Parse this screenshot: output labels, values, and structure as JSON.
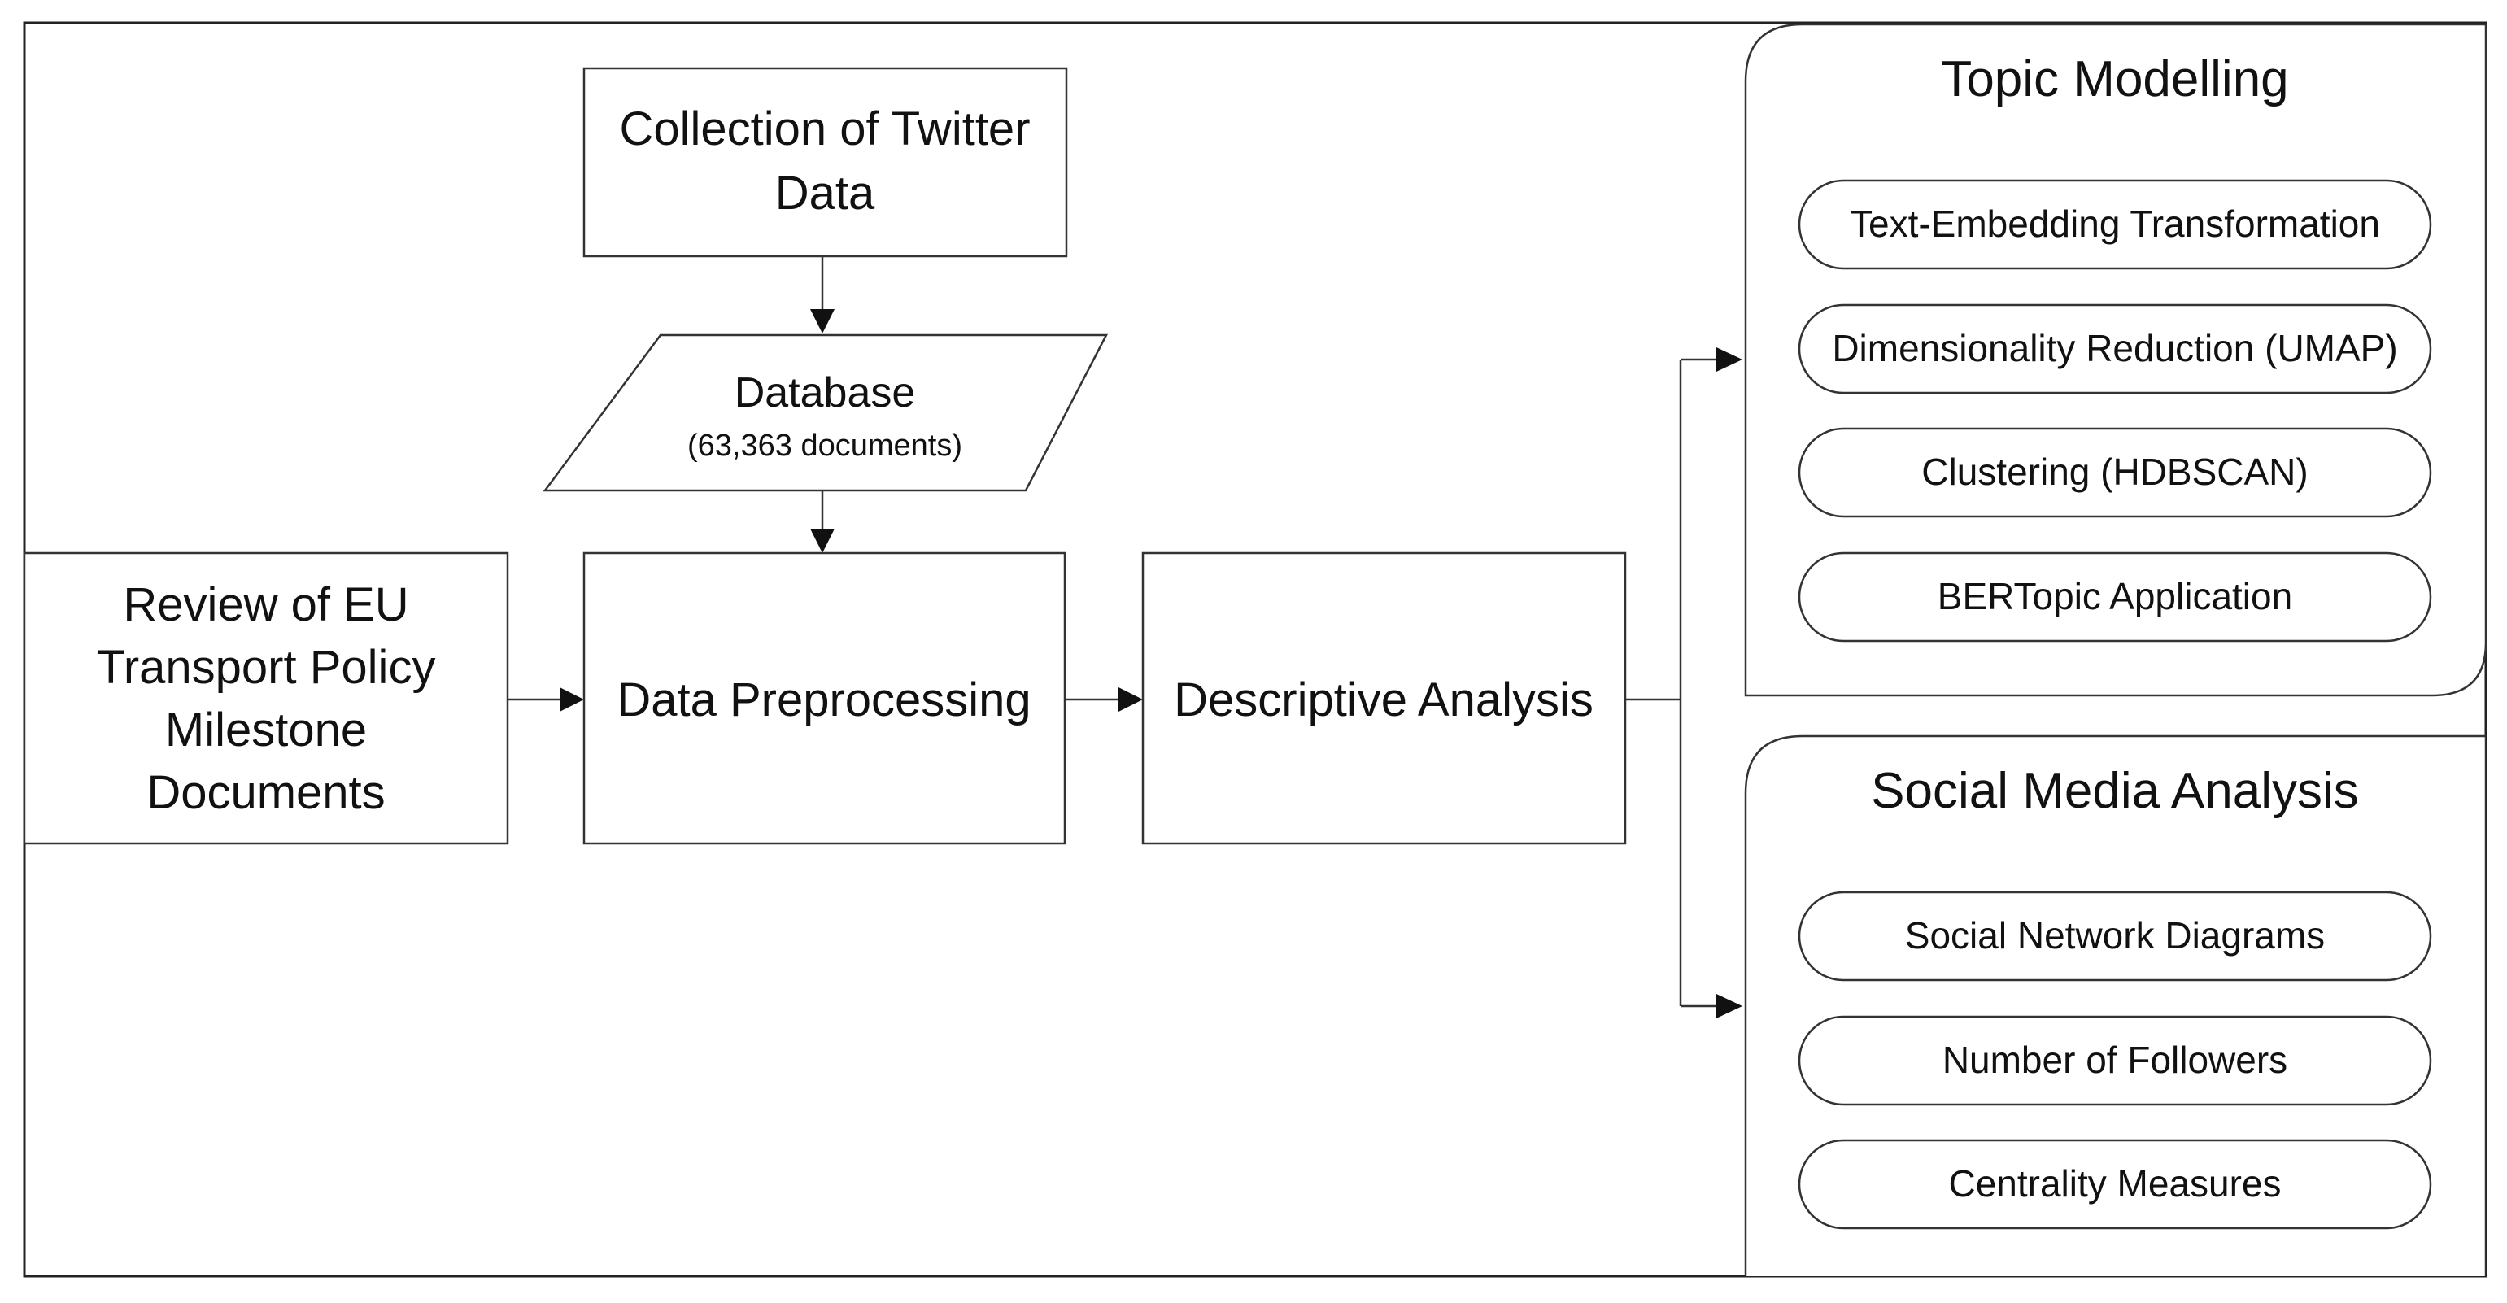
{
  "diagram": {
    "collection": {
      "lines": [
        "Collection of Twitter",
        "Data"
      ]
    },
    "database": {
      "title": "Database",
      "subtitle": "(63,363 documents)"
    },
    "review": {
      "lines": [
        "Review of EU",
        "Transport Policy",
        "Milestone",
        "Documents"
      ]
    },
    "preprocessing": {
      "label": "Data Preprocessing"
    },
    "descriptive": {
      "label": "Descriptive Analysis"
    },
    "topic_panel": {
      "title": "Topic Modelling",
      "items": [
        "Text-Embedding Transformation",
        "Dimensionality Reduction (UMAP)",
        "Clustering (HDBSCAN)",
        "BERTopic Application"
      ]
    },
    "social_panel": {
      "title": "Social Media Analysis",
      "items": [
        "Social Network Diagrams",
        "Number of Followers",
        "Centrality Measures"
      ]
    }
  }
}
